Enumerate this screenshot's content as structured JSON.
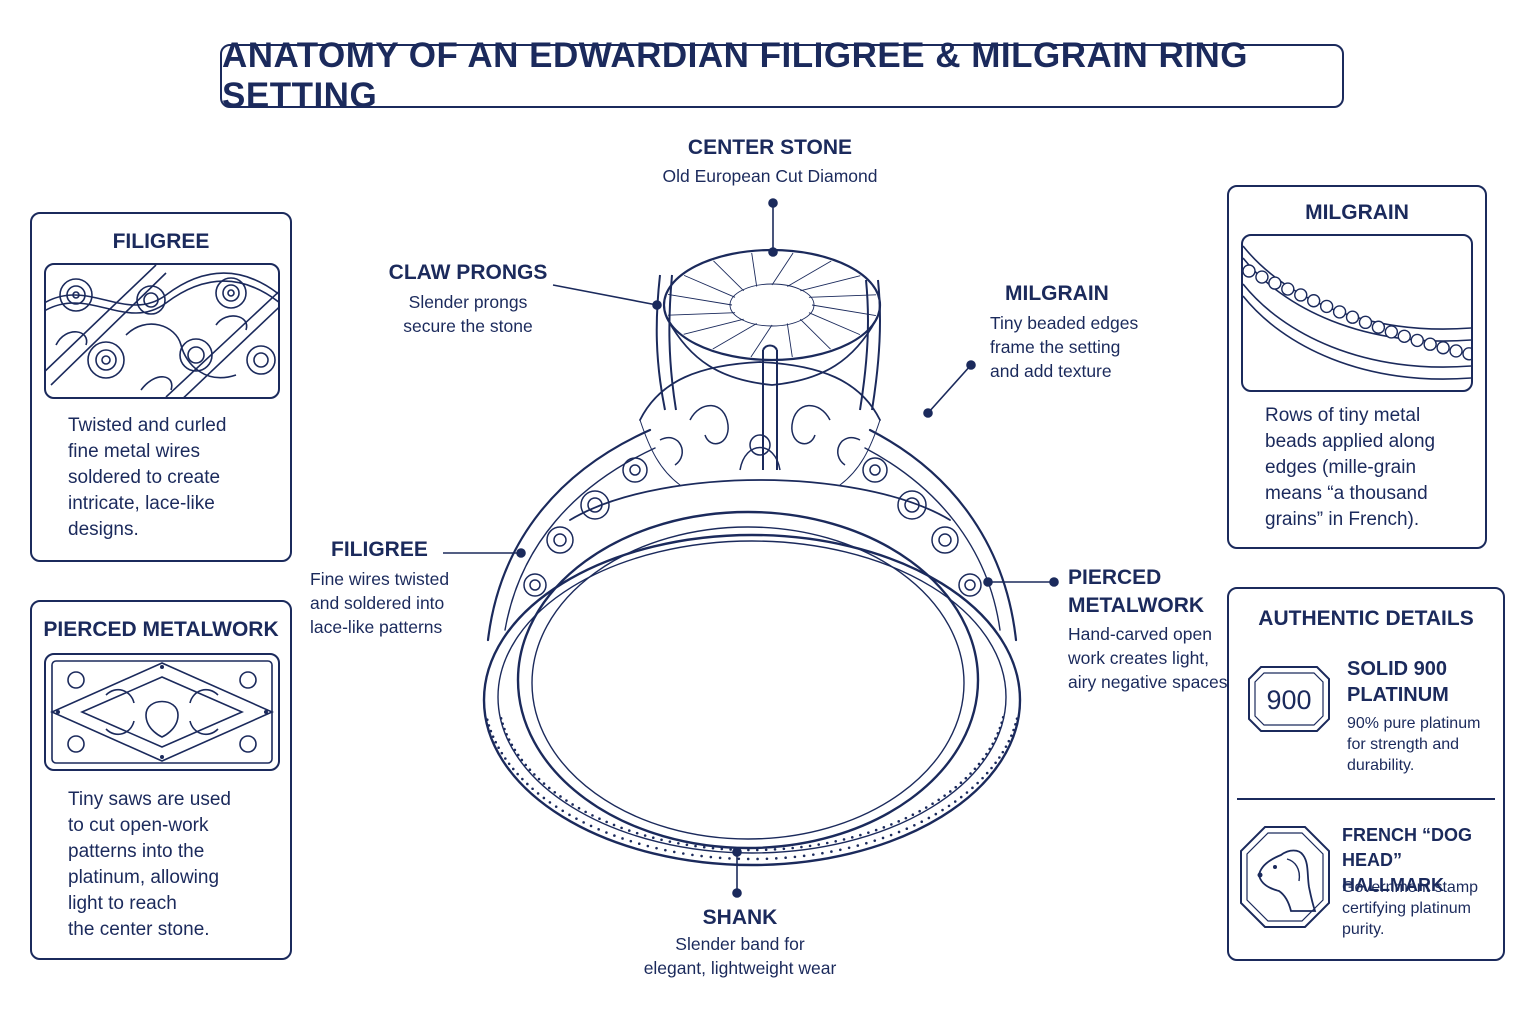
{
  "title": "ANATOMY OF AN EDWARDIAN FILIGREE & MILGRAIN RING SETTING",
  "colors": {
    "ink": "#1b2a5c",
    "background": "#ffffff"
  },
  "panels": {
    "filigree": {
      "heading": "FILIGREE",
      "lines": [
        "Twisted and curled",
        "fine metal wires",
        "soldered to create",
        "intricate, lace-like",
        "designs."
      ]
    },
    "pierced": {
      "heading": "PIERCED METALWORK",
      "lines": [
        "Tiny saws are used",
        "to cut open-work",
        "patterns into the",
        "platinum, allowing",
        "light to reach",
        "the center stone."
      ]
    },
    "milgrain": {
      "heading": "MILGRAIN",
      "lines": [
        "Rows of tiny metal",
        "beads applied along",
        "edges (mille-grain",
        "means “a thousand",
        "grains” in French)."
      ]
    },
    "authentic": {
      "heading": "AUTHENTIC DETAILS",
      "platinum": {
        "badge": "900",
        "heading_lines": [
          "SOLID 900",
          "PLATINUM"
        ],
        "lines": [
          "90% pure platinum",
          "for strength and",
          "durability."
        ]
      },
      "hallmark": {
        "heading_lines": [
          "FRENCH “DOG HEAD”",
          "HALLMARK"
        ],
        "lines": [
          "Government stamp",
          "certifying platinum",
          "purity."
        ]
      }
    }
  },
  "callouts": {
    "center_stone": {
      "heading": "CENTER STONE",
      "lines": [
        "Old European Cut Diamond"
      ]
    },
    "claw_prongs": {
      "heading": "CLAW PRONGS",
      "lines": [
        "Slender prongs",
        "secure the stone"
      ]
    },
    "milgrain": {
      "heading": "MILGRAIN",
      "lines": [
        "Tiny beaded edges",
        "frame the setting",
        "and add texture"
      ]
    },
    "filigree": {
      "heading": "FILIGREE",
      "lines": [
        "Fine wires twisted",
        "and soldered into",
        "lace-like patterns"
      ]
    },
    "pierced": {
      "heading_lines": [
        "PIERCED",
        "METALWORK"
      ],
      "lines": [
        "Hand-carved open",
        "work creates light,",
        "airy negative spaces"
      ]
    },
    "shank": {
      "heading": "SHANK",
      "lines": [
        "Slender band for",
        "elegant, lightweight wear"
      ]
    }
  }
}
